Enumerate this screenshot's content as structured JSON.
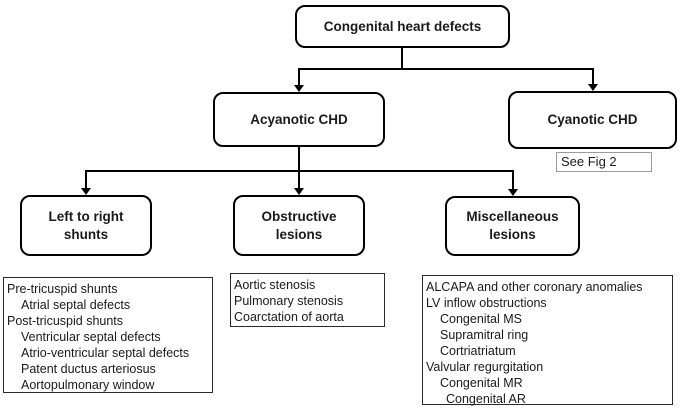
{
  "diagram": {
    "root": {
      "label": "Congenital heart defects"
    },
    "acyanotic": {
      "label": "Acyanotic CHD"
    },
    "cyanotic": {
      "label": "Cyanotic CHD"
    },
    "see_fig": {
      "label": "See Fig 2"
    },
    "left_shunts": {
      "label": "Left to right shunts"
    },
    "obstructive": {
      "label": "Obstructive lesions"
    },
    "miscellaneous": {
      "label": "Miscellaneous lesions"
    }
  },
  "lists": {
    "left_to_right_shunts": {
      "items": [
        {
          "text": "Pre-tricuspid shunts",
          "indent": 0
        },
        {
          "text": "Atrial septal defects",
          "indent": 1
        },
        {
          "text": "Post-tricuspid shunts",
          "indent": 0
        },
        {
          "text": "Ventricular septal defects",
          "indent": 1
        },
        {
          "text": "Atrio-ventricular septal defects",
          "indent": 1
        },
        {
          "text": "Patent ductus arteriosus",
          "indent": 1
        },
        {
          "text": "Aortopulmonary window",
          "indent": 1
        }
      ]
    },
    "obstructive_lesions": {
      "items": [
        {
          "text": "Aortic stenosis",
          "indent": 0
        },
        {
          "text": "Pulmonary stenosis",
          "indent": 0
        },
        {
          "text": "Coarctation of aorta",
          "indent": 0
        }
      ]
    },
    "miscellaneous_lesions": {
      "items": [
        {
          "text": "ALCAPA and other coronary anomalies",
          "indent": 0
        },
        {
          "text": "LV inflow obstructions",
          "indent": 0
        },
        {
          "text": "Congenital MS",
          "indent": 1
        },
        {
          "text": "Supramitral ring",
          "indent": 1
        },
        {
          "text": "Cortriatriatum",
          "indent": 1
        },
        {
          "text": "Valvular regurgitation",
          "indent": 0
        },
        {
          "text": "Congenital MR",
          "indent": 1
        },
        {
          "text": "Congenital AR",
          "indent": 2
        }
      ]
    }
  },
  "colors": {
    "line": "#000000",
    "node_border": "#000000",
    "list_border": "#2a2a2a",
    "see_fig_border": "#9a9a9a",
    "background": "#ffffff"
  }
}
